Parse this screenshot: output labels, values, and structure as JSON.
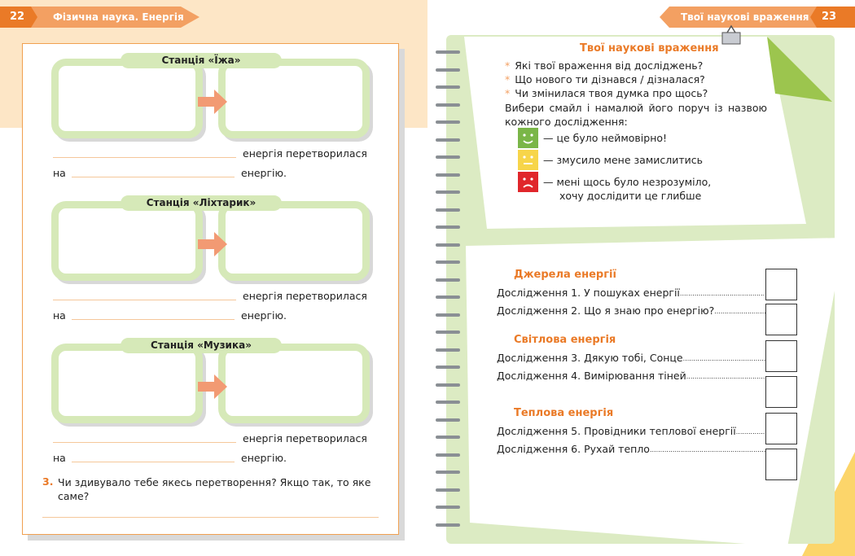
{
  "left_page": {
    "page_number": "22",
    "header_title": "Фізична наука. Енергія",
    "stations": [
      {
        "title": "Станція «Їжа»"
      },
      {
        "title": "Станція «Ліхтарик»"
      },
      {
        "title": "Станція «Музика»"
      }
    ],
    "sentence_end_1": "енергія перетворилася",
    "sentence_start_2": "на",
    "sentence_end_2": "енергію.",
    "question_number": "3.",
    "question_text": "Чи здивувало тебе якесь перетворення? Якщо так, то яке саме?"
  },
  "right_page": {
    "page_number": "23",
    "header_title": "Твої наукові враження",
    "note_title": "Твої наукові враження",
    "bullets": [
      "Які твої враження від досліджень?",
      "Що нового ти дізнався / дізналася?",
      "Чи змінилася твоя думка про щось?"
    ],
    "instruction": "Вибери смайл і намалюй його поруч із назвою кожного дослідження:",
    "legend": [
      {
        "icon": "happy-smiley",
        "color": "#7ab648",
        "text": "— це було неймовірно!"
      },
      {
        "icon": "neutral-smiley",
        "color": "#f7d54a",
        "text": "— змусило мене замислитись"
      },
      {
        "icon": "sad-smiley",
        "color": "#e0262b",
        "text": "— мені щось було незрозуміло, хочу дослідити це глибше"
      }
    ],
    "sections": [
      {
        "heading": "Джерела енергії",
        "items": [
          "Дослідження 1. У пошуках енергії",
          "Дослідження 2. Що я знаю про енергію?"
        ]
      },
      {
        "heading": "Світлова енергія",
        "items": [
          "Дослідження 3. Дякую тобі, Сонце",
          "Дослідження 4. Вимірювання тіней"
        ]
      },
      {
        "heading": "Теплова енергія",
        "items": [
          "Дослідження 5. Провідники теплової енергії",
          "Дослідження 6. Рухай тепло"
        ]
      }
    ]
  }
}
